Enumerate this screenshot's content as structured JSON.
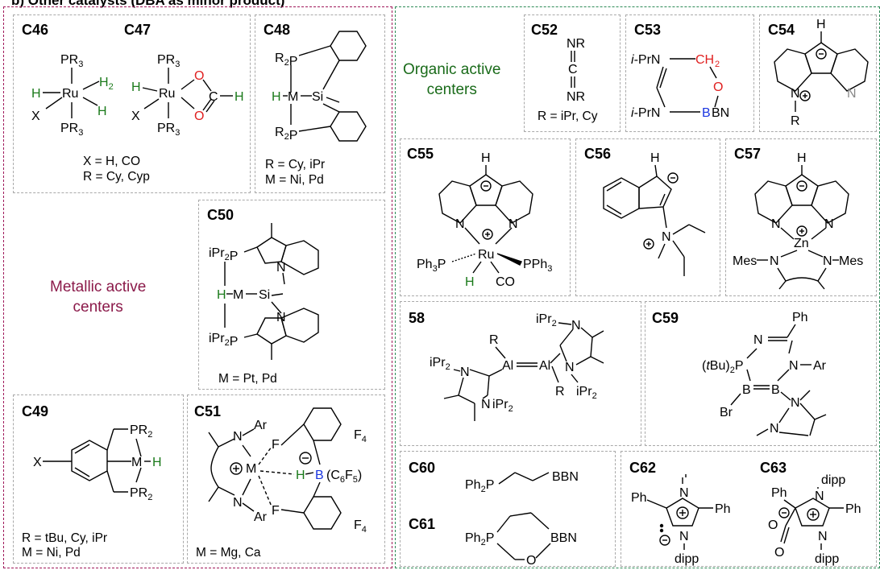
{
  "header": "b) Other catalysts (DBA as minor product)",
  "sections": {
    "metallic": [
      "Metallic active",
      "centers"
    ],
    "organic": [
      "Organic active",
      "centers"
    ]
  },
  "catalysts": {
    "c46": {
      "label": "C46"
    },
    "c47": {
      "label": "C47"
    },
    "c46_47_notes": [
      "X = H, CO",
      "R = Cy, Cyp"
    ],
    "c48": {
      "label": "C48",
      "notes": [
        "R = Cy, iPr",
        "M = Ni, Pd"
      ]
    },
    "c50": {
      "label": "C50",
      "note": "M = Pt, Pd"
    },
    "c49": {
      "label": "C49",
      "notes": [
        "R = tBu, Cy, iPr",
        "M = Ni, Pd"
      ]
    },
    "c51": {
      "label": "C51",
      "note": "M = Mg, Ca"
    },
    "c52": {
      "label": "C52",
      "note": "R = iPr, Cy"
    },
    "c53": {
      "label": "C53"
    },
    "c54": {
      "label": "C54"
    },
    "c55": {
      "label": "C55"
    },
    "c56": {
      "label": "C56"
    },
    "c57": {
      "label": "C57"
    },
    "c58": {
      "label": "58"
    },
    "c59": {
      "label": "C59"
    },
    "c60": {
      "label": "C60"
    },
    "c61": {
      "label": "C61"
    },
    "c62": {
      "label": "C62"
    },
    "c63": {
      "label": "C63"
    }
  },
  "atom_labels": {
    "pr3": "PR",
    "ru": "Ru",
    "x": "X",
    "h": "H",
    "h2": "H",
    "o": "O",
    "c": "C",
    "r2p": "R",
    "m": "M",
    "si": "Si",
    "ipr2p": "iPr",
    "n": "N",
    "pr2": "PR",
    "ar": "Ar",
    "f": "F",
    "f4": "F",
    "b": "B",
    "c6f5": "(C6F5)",
    "nr": "NR",
    "iprn": "i-PrN",
    "ch2": "CH",
    "bbn": "BBN",
    "r": "R",
    "ph3p": "Ph3P",
    "pph3": "PPh3",
    "co": "CO",
    "zn": "Zn",
    "mes": "Mes",
    "al": "Al",
    "ph": "Ph",
    "tbu2p": "(tBu)2P",
    "br": "Br",
    "ph2p": "Ph2P",
    "dipp": "dipp"
  }
}
